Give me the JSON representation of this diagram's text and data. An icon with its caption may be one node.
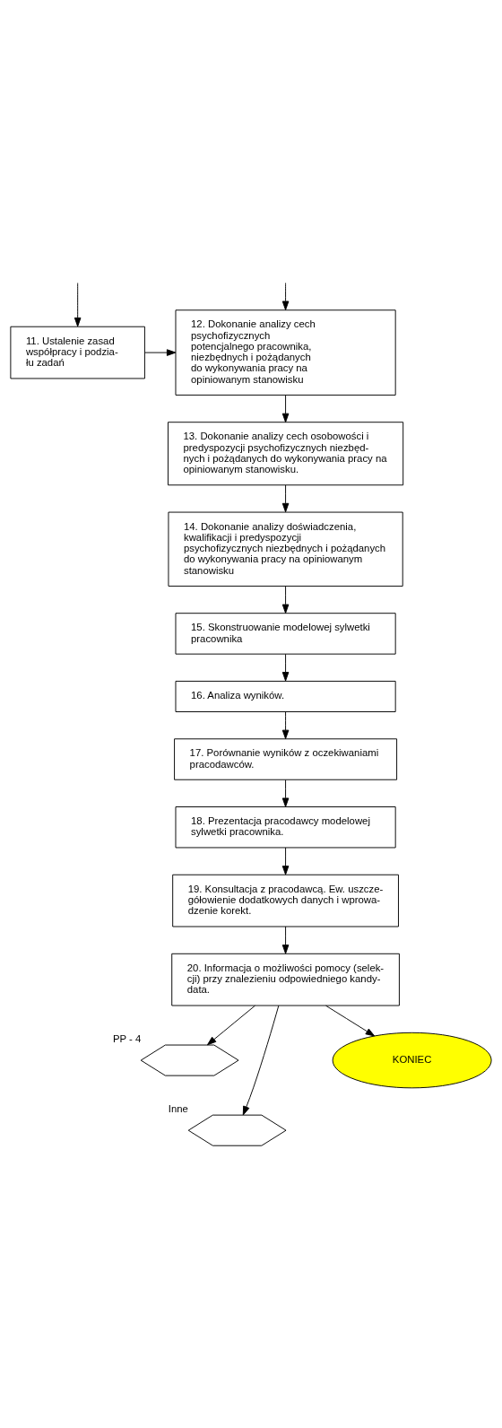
{
  "diagram": {
    "nodes": [
      {
        "text": [
          "11. Ustalenie zasad współpracy i podzia- łu zadań"
        ]
      },
      {
        "text": [
          "12. Dokonanie analizy cech psychofizycznych potencjalnego pracownika, niezbędnych i pożądanych do wykonywania pracy na opiniowanym stanowisku"
        ]
      },
      {
        "text": [
          "13. Dokonanie analizy cech osobowości i predyspozycji psychofizycznych niezbęd- nych i pożądanych do wykonywania pracy na opiniowanym stanowisku."
        ]
      },
      {
        "text": [
          "14. Dokonanie analizy doświadczenia, kwalifikacji i predyspozycji psychofizycznych niezbędnych i pożądanych do wykonywania pracy na opiniowanym stanowisku"
        ]
      },
      {
        "text": [
          "15. Skonstruowanie modelowej sylwetki pracownika"
        ]
      },
      {
        "text": [
          "16. Analiza wyników."
        ]
      },
      {
        "text": [
          "17. Porównanie wyników z oczekiwaniami pracodawców."
        ]
      },
      {
        "text": [
          "18. Prezentacja pracodawcy modelowej sylwetki pracownika."
        ]
      },
      {
        "text": [
          "19. Konsultacja z pracodawcą. Ew. uszcze- gółowienie dodatkowych danych i wprowa- dzenie korekt."
        ]
      },
      {
        "text": [
          "20. Informacja o możliwości pomocy (selek- cji) przy znalezieniu odpowiedniego kandy- data."
        ]
      },
      {
        "text": [],
        "shape": "hexagon",
        "beside": [
          "PP - 4"
        ]
      },
      {
        "text": [],
        "shape": "hexagon",
        "beside": [
          "Inne"
        ]
      },
      {
        "text": [
          "KONIEC"
        ]
      }
    ],
    "edges": [
      {
        "from": null,
        "to": 0,
        "arrow": "to"
      },
      {
        "from": null,
        "to": 1,
        "arrow": "to"
      },
      {
        "from": 0,
        "to": 1,
        "arrow": "to"
      },
      {
        "from": 1,
        "to": 2,
        "arrow": "to"
      },
      {
        "from": 2,
        "to": 3,
        "arrow": "to"
      },
      {
        "from": 3,
        "to": 4,
        "arrow": "to"
      },
      {
        "from": 4,
        "to": 5,
        "arrow": "to"
      },
      {
        "from": 5,
        "to": 6,
        "arrow": "to"
      },
      {
        "from": 6,
        "to": 7,
        "arrow": "to"
      },
      {
        "from": 7,
        "to": 8,
        "arrow": "to"
      },
      {
        "from": 8,
        "to": 9,
        "arrow": "to"
      },
      {
        "from": 9,
        "to": 10,
        "arrow": "to"
      },
      {
        "from": 9,
        "to": 11,
        "arrow": "to"
      },
      {
        "from": 9,
        "to": 12,
        "arrow": "to"
      }
    ]
  }
}
